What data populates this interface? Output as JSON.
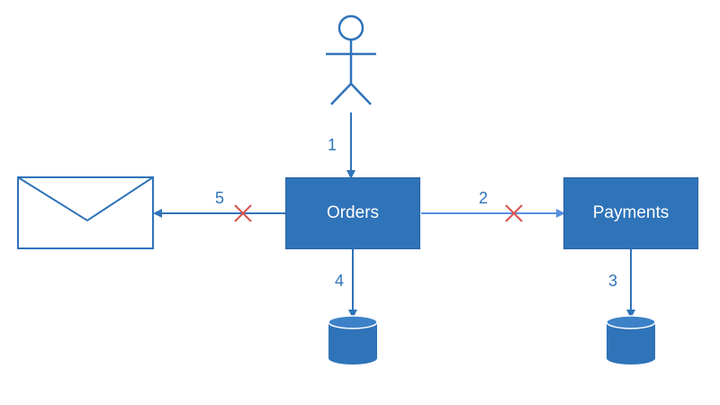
{
  "colors": {
    "primary": "#2f73b9",
    "box_border": "#2b66a5",
    "line": "#2f73b9",
    "light_line": "#5a8fe0",
    "blocked": "#d9534f",
    "label": "#2f73b9",
    "background": "#ffffff"
  },
  "nodes": {
    "orders": {
      "label": "Orders"
    },
    "payments": {
      "label": "Payments"
    }
  },
  "icons": {
    "user": "stick-figure-icon",
    "email": "envelope-icon",
    "orders_db": "database-icon",
    "payments_db": "database-icon",
    "blocked": "x-mark-icon"
  },
  "edges": [
    {
      "label": "1",
      "from": "user",
      "to": "orders",
      "blocked": false
    },
    {
      "label": "2",
      "from": "orders",
      "to": "payments",
      "blocked": true
    },
    {
      "label": "3",
      "from": "payments",
      "to": "payments_db",
      "blocked": false
    },
    {
      "label": "4",
      "from": "orders",
      "to": "orders_db",
      "blocked": false
    },
    {
      "label": "5",
      "from": "orders",
      "to": "email",
      "blocked": true
    }
  ]
}
